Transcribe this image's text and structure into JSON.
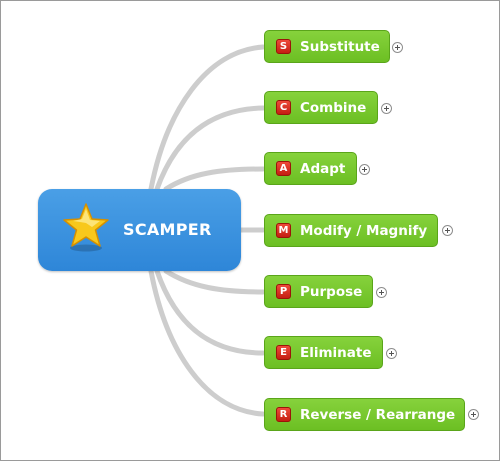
{
  "root": {
    "label": "SCAMPER",
    "icon": "star-icon"
  },
  "branches": [
    {
      "letter": "S",
      "label": "Substitute"
    },
    {
      "letter": "C",
      "label": "Combine"
    },
    {
      "letter": "A",
      "label": "Adapt"
    },
    {
      "letter": "M",
      "label": "Modify / Magnify"
    },
    {
      "letter": "P",
      "label": "Purpose"
    },
    {
      "letter": "E",
      "label": "Eliminate"
    },
    {
      "letter": "R",
      "label": "Reverse / Rearrange"
    }
  ],
  "colors": {
    "root_fill": "#3a93df",
    "branch_fill": "#78c82e",
    "letter_badge": "#d9301f",
    "connector": "#cdcdcd"
  }
}
